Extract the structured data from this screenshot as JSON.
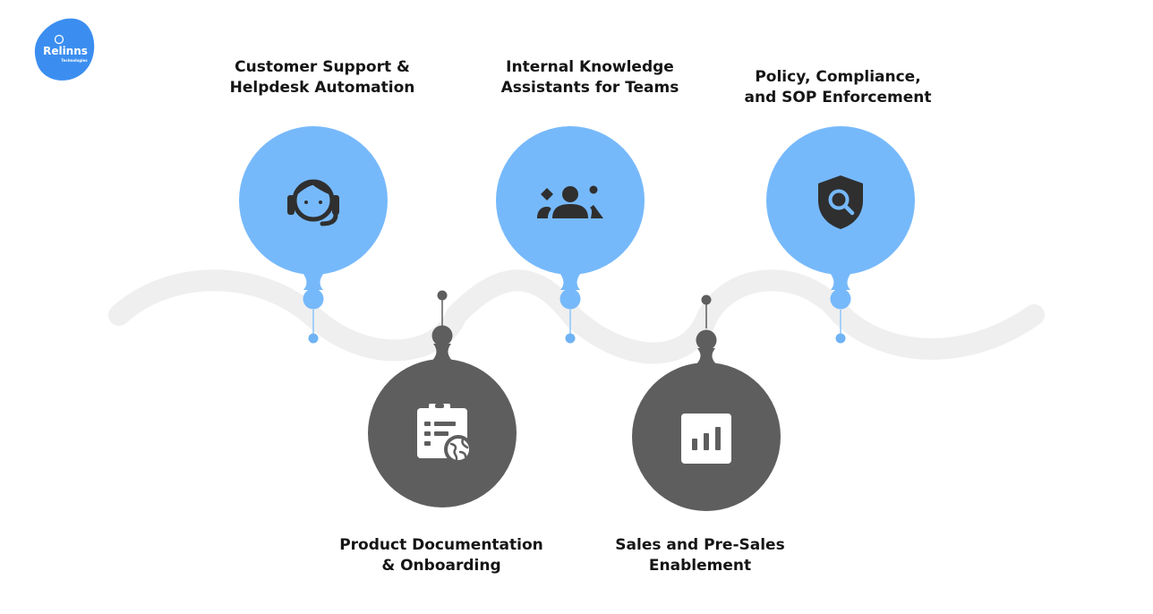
{
  "brand": {
    "logo_text": "Relinns",
    "tagline": "Technologies"
  },
  "colors": {
    "blue": "#76b9fb",
    "blue_dot": "#6fb3f4",
    "gray": "#5e5e5e",
    "track": "#efefef",
    "text": "#151515",
    "logo": "#3b8ef0"
  },
  "use_cases": [
    {
      "id": "customer-support",
      "label": "Customer Support &\nHelpdesk Automation",
      "icon": "headset-agent-icon",
      "position": "top"
    },
    {
      "id": "product-docs",
      "label": "Product Documentation\n& Onboarding",
      "icon": "document-globe-icon",
      "position": "bottom"
    },
    {
      "id": "internal-knowledge",
      "label": "Internal Knowledge\nAssistants for Teams",
      "icon": "team-icon",
      "position": "top"
    },
    {
      "id": "sales-enablement",
      "label": "Sales and Pre-Sales\nEnablement",
      "icon": "bar-chart-icon",
      "position": "bottom"
    },
    {
      "id": "policy-compliance",
      "label": "Policy, Compliance,\nand SOP Enforcement",
      "icon": "shield-search-icon",
      "position": "top"
    }
  ]
}
